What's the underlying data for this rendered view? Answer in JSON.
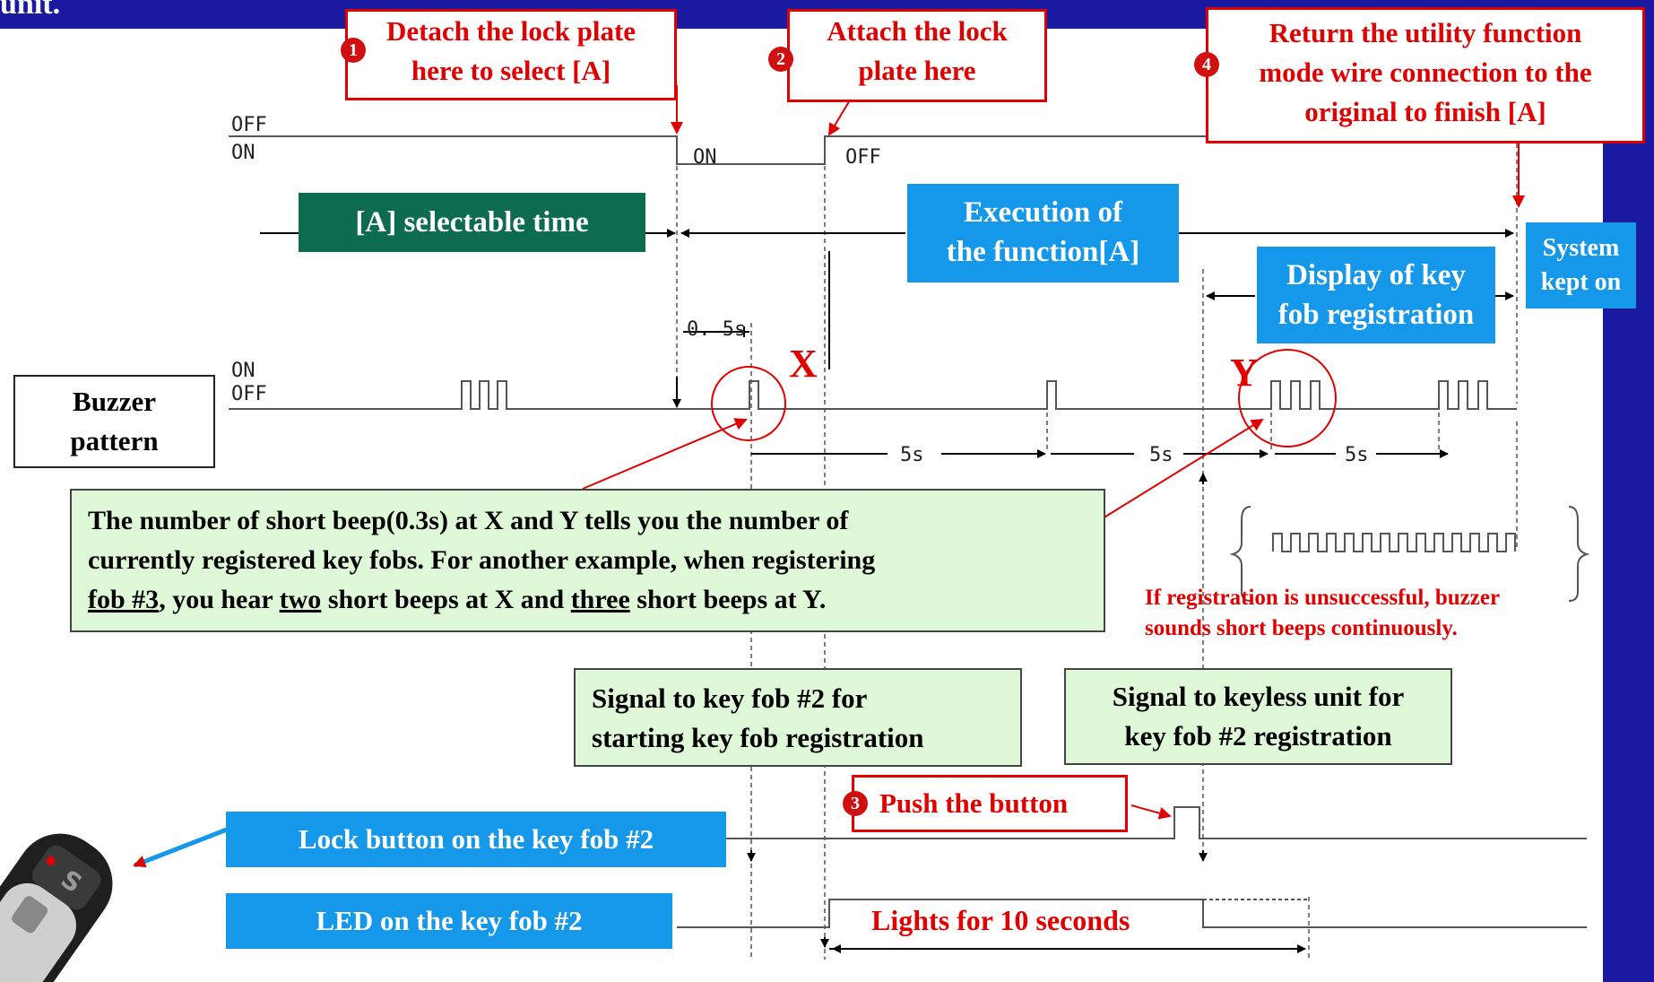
{
  "header": {
    "title_fragment": "unit."
  },
  "steps": {
    "step1": {
      "num": "1",
      "line1": "Detach the lock plate",
      "line2": "here to select [A]"
    },
    "step2": {
      "num": "2",
      "line1": "Attach the lock",
      "line2": "plate here"
    },
    "step3": {
      "num": "3",
      "label": "Push the button"
    },
    "step4": {
      "num": "4",
      "line1": "Return the utility function",
      "line2": "mode wire connection  to the",
      "line3": "original to finish [A]"
    }
  },
  "signals": {
    "ignition": {
      "off": "OFF",
      "on": "ON",
      "on_state": "ON",
      "off_state": "OFF"
    },
    "buzzer": {
      "on": "ON",
      "off": "OFF",
      "label_line1": "Buzzer",
      "label_line2": "pattern"
    }
  },
  "timing": {
    "selectable": "[A] selectable time",
    "execution_line1": "Execution  of",
    "execution_line2": "the function[A]",
    "display_line1": "Display of key",
    "display_line2": "fob registration",
    "system_line1": "System",
    "system_line2": "kept on",
    "half_sec": "0. 5s",
    "five_sec": "5s"
  },
  "markers": {
    "x": "X",
    "y": "Y"
  },
  "notes": {
    "beep_l1": "The number of short beep(0.3s) at X and Y tells you the number of",
    "beep_l2": "currently registered key fobs. For another example, when registering",
    "beep_fob3": "fob #3",
    "beep_hear": ", you hear ",
    "beep_two": "two",
    "beep_mid": " short beeps at X and ",
    "beep_three": "three",
    "beep_end": " short beeps at Y.",
    "fail_line1": "If registration is unsuccessful, buzzer",
    "fail_line2": "sounds short beeps continuously."
  },
  "signal_boxes": {
    "to_fob_l1": "Signal to key fob #2 for",
    "to_fob_l2": "starting key fob registration",
    "to_unit_l1": "Signal to keyless unit for",
    "to_unit_l2": "key fob #2 registration"
  },
  "keyfob": {
    "lock_button": "Lock button on the key fob #2",
    "led": "LED on the key fob #2",
    "lights": "Lights for 10 seconds"
  },
  "colors": {
    "accent_blue": "#1597ea",
    "dark_green": "#0d6b50",
    "navy": "#1a1aa0",
    "red": "#e00000",
    "note_green": "#dff8d8"
  },
  "icons": [
    "keyfob-icon",
    "arrow-icon"
  ]
}
